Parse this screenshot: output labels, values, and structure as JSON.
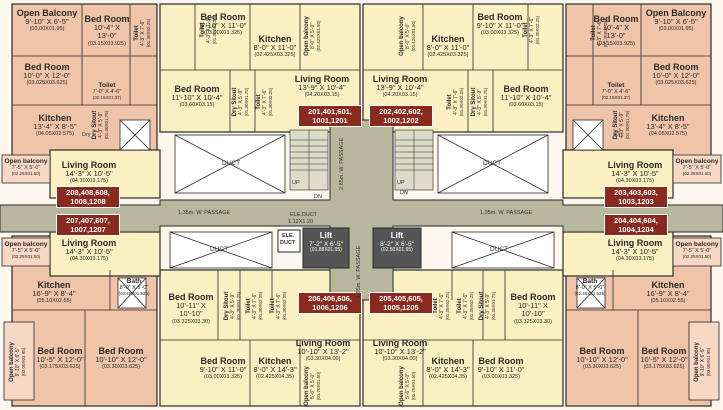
{
  "colors": {
    "peach": "#f0c4a8",
    "cream": "#fbf0c2",
    "corridor": "#b6b79c",
    "wall": "#2a2a2a",
    "flat_tag": "#8a2a1e"
  },
  "rooms": [
    {
      "key": "open_balcony_tl",
      "name": "Open Balcony",
      "dim": "9'-10\" X 6'-5\"",
      "metric": "(03.00X01.95)"
    },
    {
      "key": "bed_tl_a",
      "name": "Bed Room",
      "dim": "10'-4\" X 13'-0\"",
      "metric": "(03.15X03.925)"
    },
    {
      "key": "bed_tl_b",
      "name": "Bed Room",
      "dim": "10'-0\" X 12'-0\"",
      "metric": "(03.025X03.625)"
    },
    {
      "key": "kitchen_tl",
      "name": "Kitchen",
      "dim": "13'-4\" X 8'-5\"",
      "metric": "(04.05X02.575)"
    },
    {
      "key": "toilet_tl",
      "name": "Toilet",
      "dim": "7'-0\" X 4'-6\"",
      "metric": "(02.15X01.37)"
    },
    {
      "key": "bed_t1",
      "name": "Bed Room",
      "dim": "9'-10\" X 11'-0\"",
      "metric": "(03.00X03.325)"
    },
    {
      "key": "kitchen_t1",
      "name": "Kitchen",
      "dim": "8'-0\" X 11'-0\"",
      "metric": "(02.425X03.325)"
    },
    {
      "key": "bed_t2",
      "name": "Bed Room",
      "dim": "11'-10\" X 10'-4\"",
      "metric": "(03.60X03.15)"
    },
    {
      "key": "living_t1",
      "name": "Living Room",
      "dim": "13'-9\" X 10'-4\"",
      "metric": "(04.20X03.15)"
    },
    {
      "key": "kitchen_t2",
      "name": "Kitchen",
      "dim": "8'-0\" X 11'-0\"",
      "metric": "(02.425X03.325)"
    },
    {
      "key": "bed_t3",
      "name": "Bed Room",
      "dim": "9'-10\" X 11'-0\"",
      "metric": "(03.00X03.325)"
    },
    {
      "key": "living_t2",
      "name": "Living Room",
      "dim": "13'-9\" X 10'-4\"",
      "metric": "(04.20X03.15)"
    },
    {
      "key": "bed_t4",
      "name": "Bed Room",
      "dim": "11'-10\" X 10'-4\"",
      "metric": "(03.60X03.15)"
    },
    {
      "key": "open_balcony_tr",
      "name": "Open Balcony",
      "dim": "9'-10\" X 6'-5\"",
      "metric": "(03.00X01.95)"
    },
    {
      "key": "bed_tr_a",
      "name": "Bed Room",
      "dim": "10'-4\" X 13'-0\"",
      "metric": "(03.15X03.925)"
    },
    {
      "key": "bed_tr_b",
      "name": "Bed Room",
      "dim": "10'-0\" X 12'-0\"",
      "metric": "(03.025X03.625)"
    },
    {
      "key": "kitchen_tr",
      "name": "Kitchen",
      "dim": "13'-4\" X 8'-5\"",
      "metric": "(04.05X02.575)"
    },
    {
      "key": "toilet_tr",
      "name": "Toilet",
      "dim": "7'-0\" X 4'-6\"",
      "metric": "(02.15X01.37)"
    },
    {
      "key": "living_ml1",
      "name": "Living Room",
      "dim": "14'-3\" X 10'-5\"",
      "metric": "(04.30X03.175)"
    },
    {
      "key": "living_ml2",
      "name": "Living Room",
      "dim": "14'-3\" X 10'-5\"",
      "metric": "(04.30X03.175)"
    },
    {
      "key": "living_mr1",
      "name": "Living Room",
      "dim": "14'-3\" X 10'-5\"",
      "metric": "(04.30X03.175)"
    },
    {
      "key": "living_mr2",
      "name": "Living Room",
      "dim": "14'-3\" X 10'-5\"",
      "metric": "(04.30X03.175)"
    },
    {
      "key": "open_balcony_ml1",
      "name": "Open balcony",
      "dim": "7'-5\" X 5'-0\"",
      "metric": "(02.25X01.50)"
    },
    {
      "key": "open_balcony_ml2",
      "name": "Open balcony",
      "dim": "7'-5\" X 5'-0\"",
      "metric": "(02.25X01.50)"
    },
    {
      "key": "open_balcony_mr1",
      "name": "Open balcony",
      "dim": "7'-5\" X 5'-0\"",
      "metric": "(02.25X01.50)"
    },
    {
      "key": "open_balcony_mr2",
      "name": "Open balcony",
      "dim": "7'-5\" X 5'-0\"",
      "metric": "(02.25X01.50)"
    },
    {
      "key": "kitchen_bl",
      "name": "Kitchen",
      "dim": "16'-9\" X 8'-4\"",
      "metric": "(05.10X02.55)"
    },
    {
      "key": "bath_bl",
      "name": "Bath",
      "dim": "8'-0\" X 5'-0\"",
      "metric": "(02.45X01.525)"
    },
    {
      "key": "bed_bl_a",
      "name": "Bed Room",
      "dim": "10'-5\" X 12'-0\"",
      "metric": "(03.175X03.625)"
    },
    {
      "key": "bed_bl_b",
      "name": "Bed Room",
      "dim": "10'-10\" X 12'-0\"",
      "metric": "(03.30X03.625)"
    },
    {
      "key": "bed_b1",
      "name": "Bed Room",
      "dim": "10'-11\" X 10'-10\"",
      "metric": "(03.325X03.30)"
    },
    {
      "key": "living_b1",
      "name": "Living Room",
      "dim": "10'-10\" X 13'-2\"",
      "metric": "(03.30X04.00)"
    },
    {
      "key": "bed_b2",
      "name": "Bed Room",
      "dim": "9'-10\" X 11'-0\"",
      "metric": "(03.00X03.325)"
    },
    {
      "key": "kitchen_b1",
      "name": "Kitchen",
      "dim": "8'-0\" X 14'-3\"",
      "metric": "(02.425X04.35)"
    },
    {
      "key": "living_b2",
      "name": "Living Room",
      "dim": "10'-10\" X 13'-2\"",
      "metric": "(03.30X04.00)"
    },
    {
      "key": "bed_b3",
      "name": "Bed Room",
      "dim": "10'-11\" X 10'-10\"",
      "metric": "(03.325X03.30)"
    },
    {
      "key": "kitchen_b2",
      "name": "Kitchen",
      "dim": "8'-0\" X 14'-3\"",
      "metric": "(02.425X04.35)"
    },
    {
      "key": "bed_b4",
      "name": "Bed Room",
      "dim": "9'-10\" X 11'-0\"",
      "metric": "(03.00X03.325)"
    },
    {
      "key": "kitchen_br",
      "name": "Kitchen",
      "dim": "16'-9\" X 8'-4\"",
      "metric": "(05.10X02.55)"
    },
    {
      "key": "bath_br",
      "name": "Bath",
      "dim": "8'-0\" X 5'-0\"",
      "metric": "(02.45X01.525)"
    },
    {
      "key": "bed_br_a",
      "name": "Bed Room",
      "dim": "10'-10\" X 12'-0\"",
      "metric": "(03.30X03.625)"
    },
    {
      "key": "bed_br_b",
      "name": "Bed Room",
      "dim": "10'-5\" X 12'-0\"",
      "metric": "(03.175X03.625)"
    }
  ],
  "small_rooms": [
    {
      "key": "toilet_t1",
      "name": "Toilet",
      "dim": "4'-3\" X 7'-6\"",
      "metric": "(01.30X02.25)"
    },
    {
      "key": "open_balcony_t1",
      "name": "Open balcony",
      "dim": "8'-0\" X 5'-0\"",
      "metric": "(02.425X01.50)"
    },
    {
      "key": "dry_sitout_t1",
      "name": "Dry Sitout",
      "dim": "4'-3\" X 5'-9\"",
      "metric": "(01.30X01.75)"
    },
    {
      "key": "toilet_t1b",
      "name": "Toilet",
      "dim": "4'-3\" X 7'-6\"",
      "metric": "(01.30X02.25)"
    },
    {
      "key": "toilet_t2",
      "name": "Toilet",
      "dim": "4'-3\" X 7'-6\"",
      "metric": "(01.30X02.25)"
    },
    {
      "key": "open_balcony_t2",
      "name": "Open balcony",
      "dim": "8'-0\" X 5'-0\"",
      "metric": "(02.425X01.50)"
    },
    {
      "key": "dry_sitout_t2",
      "name": "Dry Sitout",
      "dim": "4'-3\" X 5'-9\"",
      "metric": "(01.30X01.75)"
    },
    {
      "key": "toilet_t2b",
      "name": "Toilet",
      "dim": "4'-3\" X 7'-6\"",
      "metric": "(01.30X02.25)"
    },
    {
      "key": "dry_tl",
      "name": "Dry Sitout",
      "dim": "4'-3\" X 5'-9\"",
      "metric": "(01.30X01.75)"
    },
    {
      "key": "dry_tr",
      "name": "Dry Sitout",
      "dim": "4'-3\" X 5'-9\"",
      "metric": "(01.30X01.75)"
    },
    {
      "key": "toilet_tr_side",
      "name": "Toilet",
      "dim": "4'-3\" X 7'-6\"",
      "metric": "(01.30X02.25)"
    },
    {
      "key": "toilet_tl_side",
      "name": "Toilet",
      "dim": "4'-3\" X 7'-6\"",
      "metric": "(01.30X02.25)"
    },
    {
      "key": "dry_sitout_b1",
      "name": "Dry Sitout",
      "dim": "4'-3\" X 5'-9\"",
      "metric": "(01.30X01.75)"
    },
    {
      "key": "toilet_b1",
      "name": "Toilet",
      "dim": "4'-3\" X 7'-6\"",
      "metric": "(01.30X02.25)"
    },
    {
      "key": "toilet_b1b",
      "name": "Toilet",
      "dim": "4'-3\" X 7'-6\"",
      "metric": "(01.30X02.25)"
    },
    {
      "key": "dry_sitout_b2",
      "name": "Dry Sitout",
      "dim": "4'-3\" X 5'-9\"",
      "metric": "(01.30X01.75)"
    },
    {
      "key": "toilet_b2",
      "name": "Toilet",
      "dim": "4'-3\" X 7'-6\"",
      "metric": "(01.30X02.25)"
    },
    {
      "key": "toilet_b2b",
      "name": "Toilet",
      "dim": "4'-3\" X 7'-6\"",
      "metric": "(01.30X02.25)"
    },
    {
      "key": "open_balcony_b1",
      "name": "Open balcony",
      "dim": "5'-6\" X 5'-0\"",
      "metric": "(01.70X01.50)"
    },
    {
      "key": "open_balcony_b2",
      "name": "Open balcony",
      "dim": "5'-6\" X 5'-0\"",
      "metric": "(01.70X01.50)"
    },
    {
      "key": "open_balcony_bl",
      "name": "Open balcony",
      "dim": "9'-10\" X 6'-5\"",
      "metric": "(03.00X01.95)"
    },
    {
      "key": "open_balcony_br",
      "name": "Open balcony",
      "dim": "9'-10\" X 6'-5\"",
      "metric": "(03.00X01.95)"
    }
  ],
  "flat_tags": [
    {
      "key": "tag_t1",
      "line1": "201,401,601,",
      "line2": "1001,1201"
    },
    {
      "key": "tag_t2",
      "line1": "202,402,602,",
      "line2": "1002,1202"
    },
    {
      "key": "tag_ml1",
      "line1": "208,408,608,",
      "line2": "1008,1208"
    },
    {
      "key": "tag_ml2",
      "line1": "207,407,607,",
      "line2": "1007,1207"
    },
    {
      "key": "tag_mr1",
      "line1": "203,403,603,",
      "line2": "1003,1203"
    },
    {
      "key": "tag_mr2",
      "line1": "204,404,604,",
      "line2": "1004,1204"
    },
    {
      "key": "tag_b1",
      "line1": "206,406,606,",
      "line2": "1006,1206"
    },
    {
      "key": "tag_b2",
      "line1": "205,405,605,",
      "line2": "1005,1205"
    }
  ],
  "lifts": [
    {
      "key": "lift_1",
      "name": "Lift",
      "dim": "7'-2\" X 6'-5\"",
      "metric": "(01.88X01.95)"
    },
    {
      "key": "lift_2",
      "name": "Lift",
      "dim": "8'-2\" X 6'-5\"",
      "metric": "(02.50X01.95)"
    }
  ],
  "labels": {
    "duct": "DUCT",
    "passage_left": "1.35m. W. PASSAGE",
    "passage_right": "1.35m. W. PASSAGE",
    "passage_center_top": "2.85m. W. PASSAGE",
    "passage_center_bottom": "1.95m. W. PASSAGE",
    "ele_duct": "ELE.DUCT",
    "ele_duct_dim": "1.12X1.20",
    "ele_duct_box_1": "ELE.",
    "ele_duct_box_2": "DUCT",
    "up": "UP",
    "dn": "DN",
    "dry": "Dry",
    "dry_dim": "4'-3\" X 5'-9\"",
    "dry_metric": "(01.30X01.75)"
  }
}
